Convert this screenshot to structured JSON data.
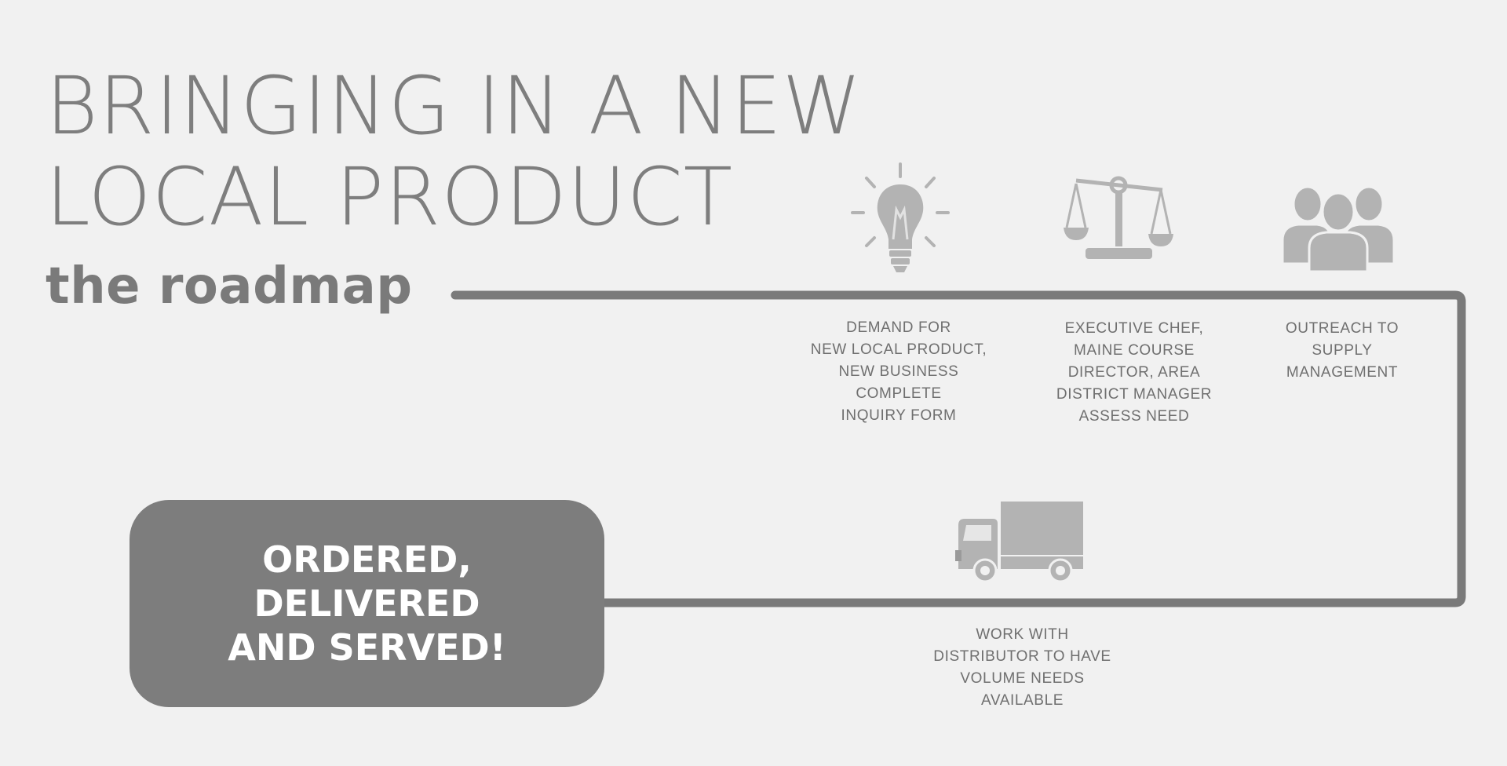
{
  "header": {
    "title_line1": "BRINGING IN A NEW",
    "title_line2": "LOCAL PRODUCT",
    "subtitle": "the roadmap"
  },
  "steps": [
    {
      "icon": "lightbulb-icon",
      "label": "DEMAND FOR\nNEW LOCAL PRODUCT,\nNEW BUSINESS\nCOMPLETE\nINQUIRY FORM"
    },
    {
      "icon": "scale-icon",
      "label": "EXECUTIVE CHEF,\nMAINE COURSE\nDIRECTOR, AREA\nDISTRICT MANAGER\nASSESS NEED"
    },
    {
      "icon": "people-icon",
      "label": "OUTREACH TO\nSUPPLY\nMANAGEMENT"
    },
    {
      "icon": "truck-icon",
      "label": "WORK WITH\nDISTRIBUTOR TO HAVE\nVOLUME NEEDS\nAVAILABLE"
    }
  ],
  "final": {
    "label": "ORDERED,\nDELIVERED\nAND SERVED!"
  },
  "colors": {
    "background": "#f1f1f1",
    "line": "#7a7a7a",
    "icon": "#b3b3b3",
    "box": "#7d7d7d",
    "text": "#7e7e7e"
  }
}
